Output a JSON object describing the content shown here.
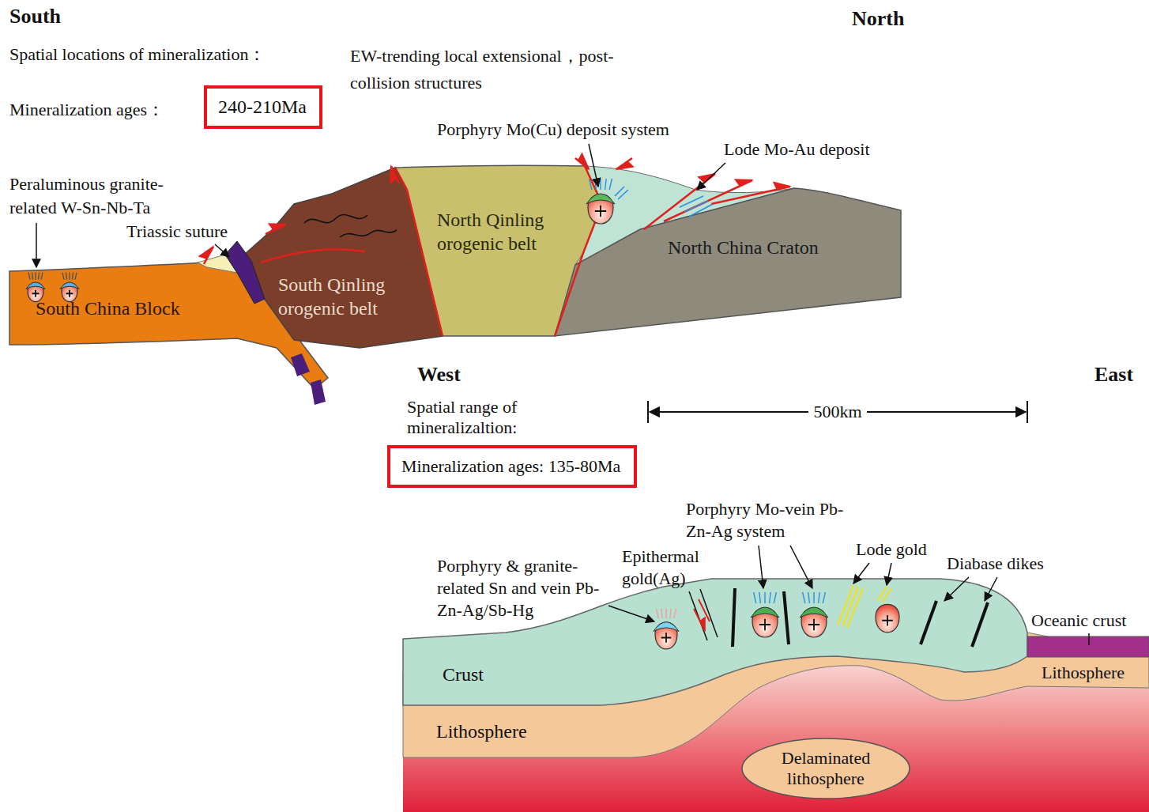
{
  "diagram": {
    "nodes": [
      {
        "text": [
          "240-210Ma"
        ]
      },
      {
        "text": [
          "South China Block"
        ]
      },
      {
        "text": [
          "South Qinling orogenic belt"
        ]
      },
      {
        "text": [
          "North Qinling orogenic belt"
        ]
      },
      {
        "text": [
          "North China Craton"
        ]
      },
      {
        "text": [
          "Mineralization ages: 135-80Ma"
        ]
      },
      {
        "text": [
          "Crust"
        ]
      },
      {
        "text": [
          "Lithosphere"
        ]
      },
      {
        "text": [
          "Lithosphere"
        ]
      },
      {
        "text": [
          "Delaminated lithosphere"
        ]
      }
    ],
    "labels": [
      "South",
      "North",
      "Spatial locations of mineralization：",
      "EW-trending local extensional，post-collision structures",
      "Mineralization ages：",
      "Porphyry Mo(Cu) deposit system",
      "Lode Mo-Au deposit",
      "Peraluminous granite-related W-Sn-Nb-Ta",
      "Triassic suture",
      "West",
      "East",
      "Spatial range of mineralizaltion:",
      "500km",
      "Porphyry & granite-related Sn and vein Pb-Zn-Ag/Sb-Hg",
      "Epithermal gold(Ag)",
      "Porphyry Mo-vein Pb-Zn-Ag system",
      "Lode gold",
      "Diabase dikes",
      "Oceanic crust"
    ]
  }
}
